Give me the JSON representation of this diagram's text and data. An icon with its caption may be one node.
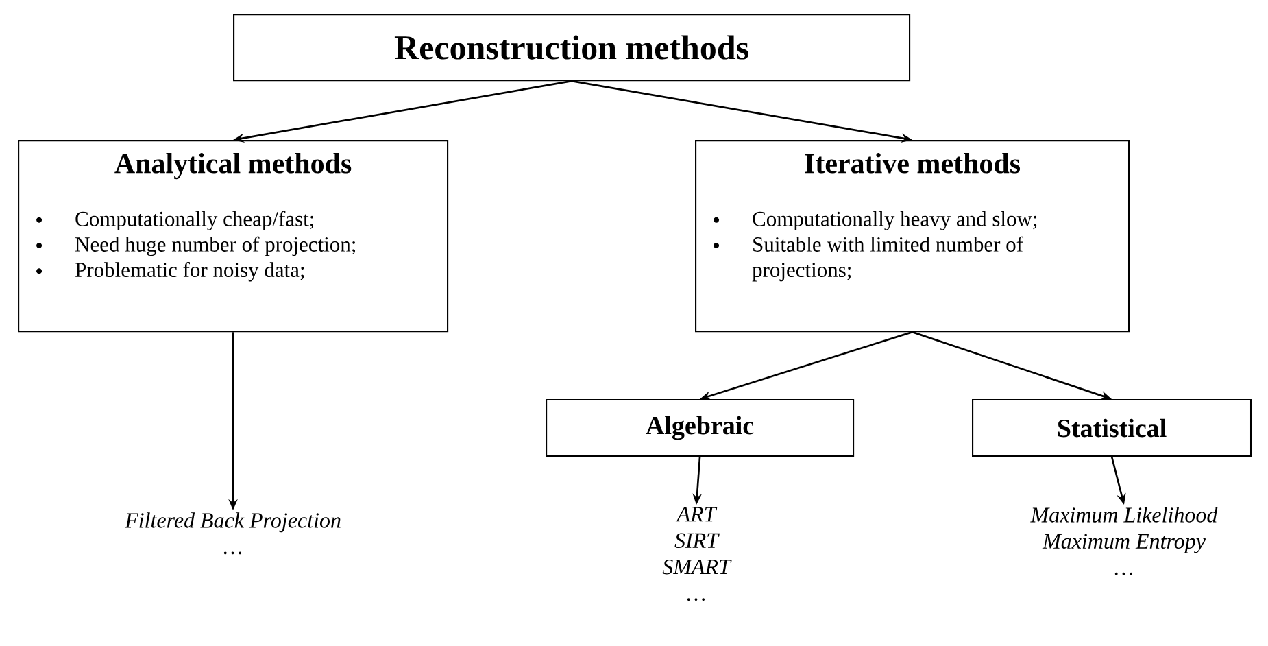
{
  "diagram": {
    "nodes": [
      {
        "text": [
          "Reconstruction methods"
        ]
      },
      {
        "text": [
          "Analytical methods",
          "Computationally cheap/fast;",
          "Need huge number of projection;",
          "Problematic for noisy data;"
        ]
      },
      {
        "text": [
          "Iterative methods",
          "Computationally heavy and slow;",
          "Suitable with limited number of projections;"
        ]
      },
      {
        "text": [
          "Algebraic"
        ]
      },
      {
        "text": [
          "Statistical"
        ]
      },
      {
        "text": [
          "Filtered Back Projection",
          "…"
        ]
      },
      {
        "text": [
          "ART",
          "SIRT",
          "SMART",
          "…"
        ]
      },
      {
        "text": [
          "Maximum Likelihood",
          "Maximum Entropy",
          "…"
        ]
      }
    ],
    "edges": [
      {
        "from": 0,
        "to": 1,
        "arrow": "to"
      },
      {
        "from": 0,
        "to": 2,
        "arrow": "to"
      },
      {
        "from": 1,
        "to": 5,
        "arrow": "to"
      },
      {
        "from": 2,
        "to": 3,
        "arrow": "to"
      },
      {
        "from": 2,
        "to": 4,
        "arrow": "to"
      },
      {
        "from": 3,
        "to": 6,
        "arrow": "to"
      },
      {
        "from": 4,
        "to": 7,
        "arrow": "to"
      }
    ]
  }
}
